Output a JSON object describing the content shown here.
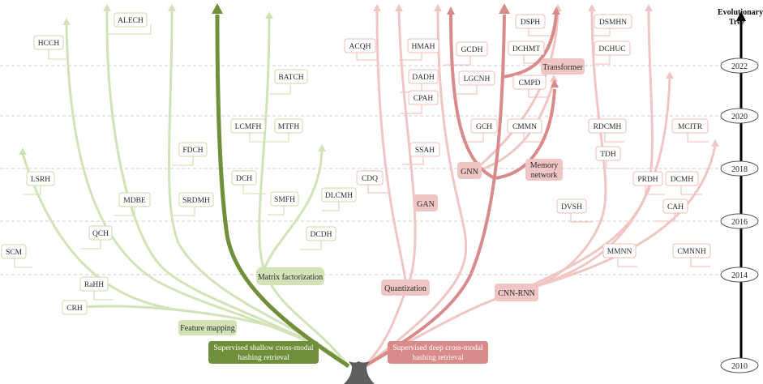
{
  "axis": {
    "title_line1": "Evolutionary",
    "title_line2": "Tree",
    "years": [
      "2022",
      "2020",
      "2018",
      "2016",
      "2014",
      "2010"
    ]
  },
  "roots": {
    "shallow_line1": "Supervised shallow cross-modal",
    "shallow_line2": "hashing retrieval",
    "deep_line1": "Supervised deep cross-modal",
    "deep_line2": "hashing retrieval"
  },
  "categories": {
    "feature_mapping": "Feature mapping",
    "matrix_factorization": "Matrix factorization",
    "quantization": "Quantization",
    "gan": "GAN",
    "gnn": "GNN",
    "memory_line1": "Memory",
    "memory_line2": "network",
    "transformer": "Transformer",
    "cnn_rnn": "CNN-RNN"
  },
  "methods": {
    "alech": "ALECH",
    "hcch": "HCCH",
    "batch": "BATCH",
    "lcmfh": "LCMFH",
    "mtfh": "MTFH",
    "fdch": "FDCH",
    "lsrh": "LSRH",
    "dch": "DCH",
    "smfh": "SMFH",
    "dlcmh": "DLCMH",
    "mdbe": "MDBE",
    "srdmh": "SRDMH",
    "qch": "QCH",
    "dcdh": "DCDH",
    "scm": "SCM",
    "rahh": "RaHH",
    "crh": "CRH",
    "acqh": "ACQH",
    "hmah": "HMAH",
    "gcdh": "GCDH",
    "dsph": "DSPH",
    "dsmhn": "DSMHN",
    "dchmt": "DCHMT",
    "dchuc": "DCHUC",
    "dadh": "DADH",
    "lgcnh": "LGCNH",
    "cmpd": "CMPD",
    "cpah": "CPAH",
    "gch": "GCH",
    "cmmn": "CMMN",
    "rdcmh": "RDCMH",
    "mcitr": "MCITR",
    "ssah": "SSAH",
    "tdh": "TDH",
    "cdq": "CDQ",
    "prdh": "PRDH",
    "dcmh": "DCMH",
    "dvsh": "DVSH",
    "cah": "CAH",
    "mmnn": "MMNN",
    "cmnnh": "CMNNH"
  },
  "colors": {
    "shallow_dark": "#6f8f3a",
    "shallow_light": "#d2e3b8",
    "shallow_border": "#c8dbaa",
    "deep_dark": "#d98b8b",
    "deep_light": "#efc6c3",
    "deep_border": "#ecbcb8",
    "trunk": "#5e5e5e",
    "axis": "#000000"
  }
}
